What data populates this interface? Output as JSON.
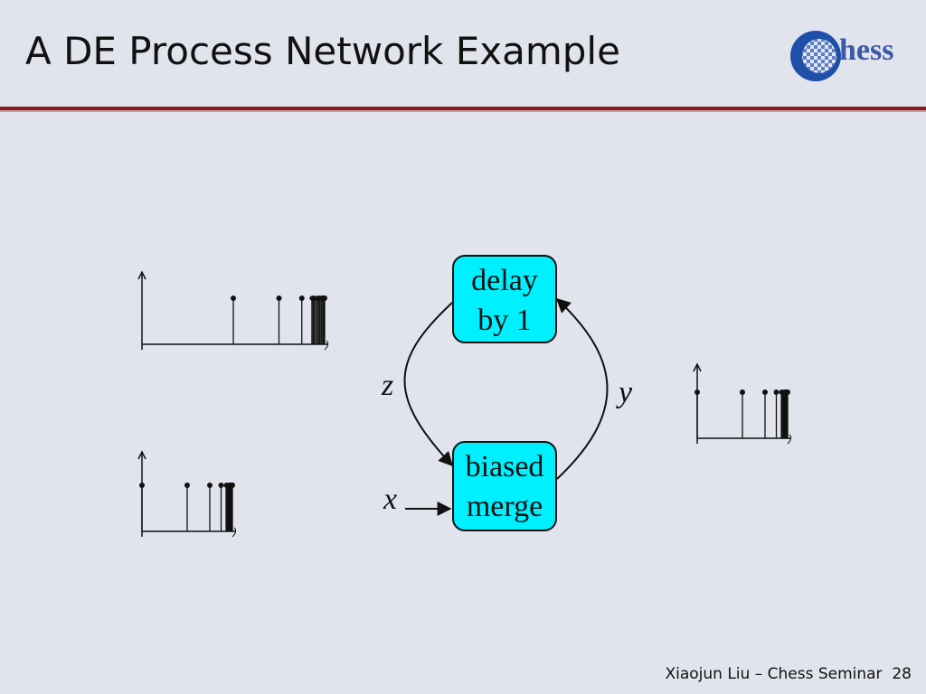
{
  "slide": {
    "title": "A DE Process Network Example",
    "footer_author": "Xiaojun Liu – Chess Seminar",
    "page_number": "28"
  },
  "logo": {
    "text": "Chess",
    "colors": {
      "ring": "#1f4fa8",
      "board": "#5f7fc4",
      "text": "#3b5aa6"
    }
  },
  "diagram": {
    "actors": {
      "delay": {
        "line1": "delay",
        "line2": "by 1"
      },
      "merge": {
        "line1": "biased",
        "line2": "merge"
      }
    },
    "signals": {
      "z": "z",
      "y": "y",
      "x": "x"
    },
    "colors": {
      "actor_fill": "#00f0ff",
      "ink": "#111111",
      "rule": "#8b1a1a"
    }
  },
  "signal_plots": [
    {
      "name": "z-signal-plot",
      "events": [
        0.5,
        0.75,
        0.875,
        0.9375,
        0.96875,
        0.984375,
        0.9921875,
        0.99609375,
        0.998046875,
        1.0
      ]
    },
    {
      "name": "x-signal-plot",
      "events": [
        0.0,
        0.5,
        0.75,
        0.875,
        0.9375,
        0.96875,
        0.984375,
        0.9921875,
        0.99609375,
        1.0
      ]
    },
    {
      "name": "y-signal-plot",
      "events": [
        0.0,
        0.5,
        0.75,
        0.875,
        0.9375,
        0.96875,
        0.984375,
        0.9921875,
        0.99609375,
        1.0
      ]
    }
  ]
}
